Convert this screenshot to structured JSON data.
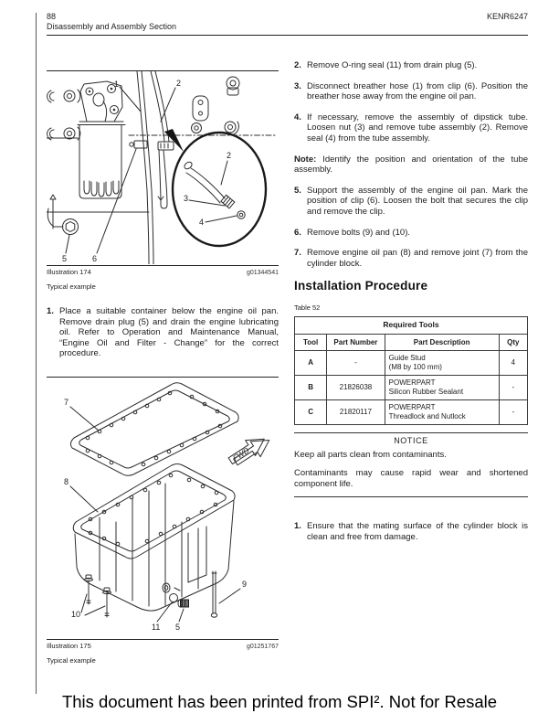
{
  "header": {
    "page_number": "88",
    "section_title": "Disassembly and Assembly Section",
    "doc_code": "KENR6247"
  },
  "left_column": {
    "illustration_174": {
      "label": "Illustration 174",
      "figure_code": "g01344541",
      "caption": "Typical example",
      "callouts": {
        "c1": "1",
        "c2": "2",
        "c5": "5",
        "c6": "6",
        "z2": "2",
        "z3": "3",
        "z4": "4"
      }
    },
    "step_1": {
      "num": "1.",
      "text": "Place a suitable container below the engine oil pan. Remove drain plug (5) and drain the engine lubricating oil. Refer to Operation and Maintenance Manual, “Engine Oil and Filter - Change” for the correct procedure."
    },
    "illustration_175": {
      "label": "Illustration 175",
      "figure_code": "g01251767",
      "caption": "Typical example",
      "fwd_label": "FWD",
      "callouts": {
        "c5": "5",
        "c7": "7",
        "c8": "8",
        "c9": "9",
        "c10": "10",
        "c11": "11"
      }
    }
  },
  "right_column": {
    "removal_steps": [
      {
        "num": "2.",
        "text": "Remove O-ring seal (11) from drain plug (5)."
      },
      {
        "num": "3.",
        "text": "Disconnect breather hose (1) from clip (6). Position the breather hose away from the engine oil pan."
      },
      {
        "num": "4.",
        "text": "If necessary, remove the assembly of dipstick tube. Loosen nut (3) and remove tube assembly (2). Remove seal (4) from the tube assembly."
      }
    ],
    "note": {
      "label": "Note:",
      "text": "Identify the position and orientation of the tube assembly."
    },
    "removal_steps_2": [
      {
        "num": "5.",
        "text": "Support the assembly of the engine oil pan. Mark the position of clip (6). Loosen the bolt that secures the clip and remove the clip."
      },
      {
        "num": "6.",
        "text": "Remove bolts (9) and (10)."
      },
      {
        "num": "7.",
        "text": "Remove engine oil pan (8) and remove joint (7) from the cylinder block."
      }
    ],
    "installation_heading": "Installation Procedure",
    "table_label": "Table 52",
    "required_tools_table": {
      "title": "Required Tools",
      "columns": {
        "tool": "Tool",
        "part_number": "Part Number",
        "part_description": "Part Description",
        "qty": "Qty"
      },
      "rows": [
        {
          "tool": "A",
          "part_number": "-",
          "desc_line1": "Guide  Stud",
          "desc_line2": "(M8 by 100 mm)",
          "qty": "4"
        },
        {
          "tool": "B",
          "part_number": "21826038",
          "desc_line1": "POWERPART",
          "desc_line2": "Silicon Rubber Sealant",
          "qty": "-"
        },
        {
          "tool": "C",
          "part_number": "21820117",
          "desc_line1": "POWERPART",
          "desc_line2": "Threadlock and Nutlock",
          "qty": "-"
        }
      ]
    },
    "notice": {
      "title": "NOTICE",
      "line1": "Keep all parts clean from contaminants.",
      "line2": "Contaminants may cause rapid wear and shortened component life."
    },
    "installation_steps": [
      {
        "num": "1.",
        "text": "Ensure that the mating surface of the cylinder block is clean and free from damage."
      }
    ]
  },
  "footer": {
    "text": "This document has been printed from SPI². Not for Resale"
  }
}
